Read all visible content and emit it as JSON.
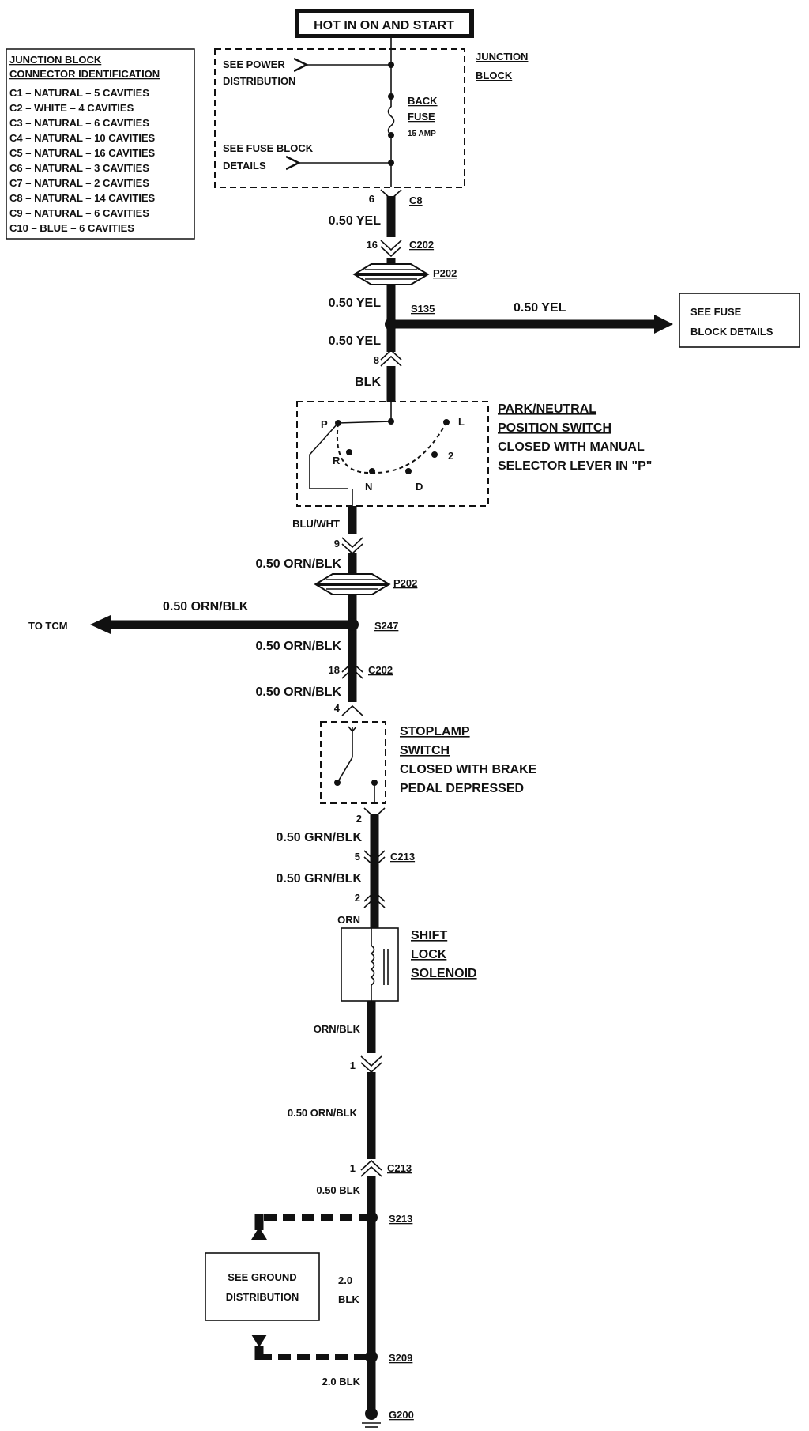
{
  "header": {
    "title": "HOT IN ON AND START"
  },
  "legend": {
    "title_line1": "JUNCTION BLOCK",
    "title_line2": "CONNECTOR IDENTIFICATION",
    "items": [
      "C1 – NATURAL – 5 CAVITIES",
      "C2 – WHITE – 4 CAVITIES",
      "C3 – NATURAL – 6 CAVITIES",
      "C4 – NATURAL – 10 CAVITIES",
      "C5 – NATURAL – 16 CAVITIES",
      "C6 – NATURAL – 3 CAVITIES",
      "C7 – NATURAL – 2 CAVITIES",
      "C8 – NATURAL – 14 CAVITIES",
      "C9 – NATURAL – 6 CAVITIES",
      "C10 – BLUE – 6 CAVITIES"
    ]
  },
  "junction_block": {
    "label_line1": "JUNCTION",
    "label_line2": "BLOCK",
    "see_power_line1": "SEE POWER",
    "see_power_line2": "DISTRIBUTION",
    "see_fuse_line1": "SEE FUSE BLOCK",
    "see_fuse_line2": "DETAILS",
    "fuse_line1": "BACK",
    "fuse_line2": "FUSE",
    "fuse_rating": "15 AMP",
    "pin": "6",
    "connector": "C8"
  },
  "upper_run": {
    "wire1": "0.50 YEL",
    "c202_pin": "16",
    "c202": "C202",
    "p202": "P202",
    "wire2": "0.50 YEL",
    "splice": "S135",
    "branch_wire": "0.50 YEL",
    "fuse_box_line1": "SEE FUSE",
    "fuse_box_line2": "BLOCK DETAILS",
    "wire3": "0.50 YEL",
    "switch_pin": "8",
    "switch_wire": "BLK"
  },
  "park_neutral": {
    "title_line1": "PARK/NEUTRAL",
    "title_line2": "POSITION SWITCH",
    "note_line1": "CLOSED WITH MANUAL",
    "note_line2": "SELECTOR LEVER IN \"P\"",
    "positions": {
      "p": "P",
      "r": "R",
      "n": "N",
      "d": "D",
      "two": "2",
      "l": "L"
    }
  },
  "mid_run": {
    "out_wire": "BLU/WHT",
    "pin9": "9",
    "wire_orn1": "0.50 ORN/BLK",
    "p202": "P202",
    "tcm_wire": "0.50 ORN/BLK",
    "tcm_label": "TO TCM",
    "splice": "S247",
    "wire_orn2": "0.50 ORN/BLK",
    "c202_pin": "18",
    "c202": "C202",
    "wire_orn3": "0.50 ORN/BLK",
    "pin4": "4"
  },
  "stoplamp": {
    "title_line1": "STOPLAMP",
    "title_line2": "SWITCH",
    "note_line1": "CLOSED WITH BRAKE",
    "note_line2": "PEDAL DEPRESSED"
  },
  "lower_run": {
    "pin2": "2",
    "wire_grn1": "0.50 GRN/BLK",
    "c213_pin5": "5",
    "c213": "C213",
    "wire_grn2": "0.50 GRN/BLK",
    "pin2b": "2",
    "wire_orn": "ORN"
  },
  "solenoid": {
    "title_line1": "SHIFT",
    "title_line2": "LOCK",
    "title_line3": "SOLENOID"
  },
  "ground_run": {
    "wire1": "ORN/BLK",
    "pin1": "1",
    "wire2": "0.50 ORN/BLK",
    "c213_pin1": "1",
    "c213": "C213",
    "wire3": "0.50 BLK",
    "splice_s213": "S213",
    "ground_box_line1": "SEE GROUND",
    "ground_box_line2": "DISTRIBUTION",
    "wire4_line1": "2.0",
    "wire4_line2": "BLK",
    "splice_s209": "S209",
    "wire5": "2.0 BLK",
    "ground": "G200"
  }
}
